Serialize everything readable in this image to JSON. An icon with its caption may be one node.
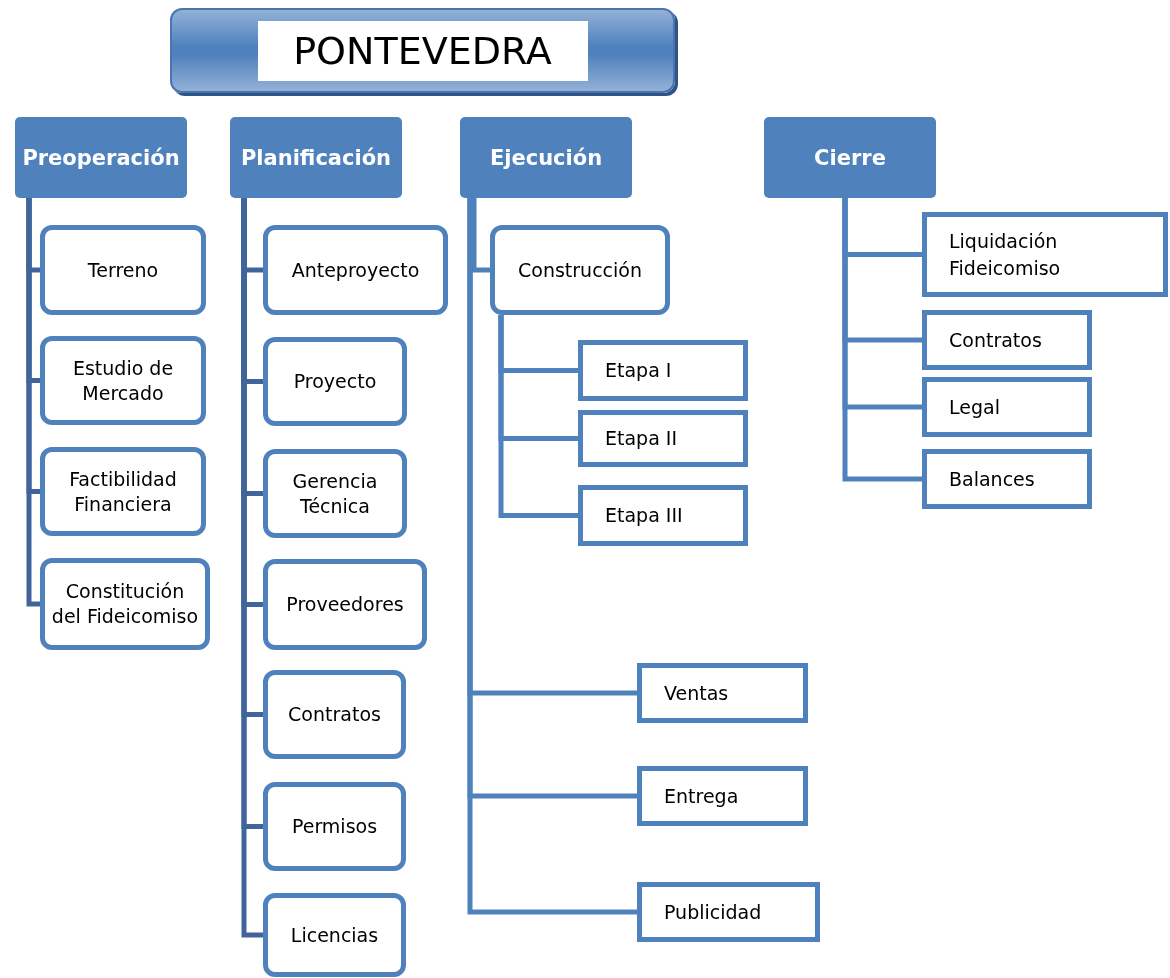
{
  "diagram": {
    "nodes": [
      {
        "text": [
          "PONTEVEDRA"
        ]
      },
      {
        "text": [
          "Preoperación"
        ]
      },
      {
        "text": [
          "Planificación"
        ]
      },
      {
        "text": [
          "Ejecución"
        ]
      },
      {
        "text": [
          "Cierre"
        ]
      },
      {
        "text": [
          "Terreno"
        ]
      },
      {
        "text": [
          "Estudio de Mercado"
        ]
      },
      {
        "text": [
          "Factibilidad Financiera"
        ]
      },
      {
        "text": [
          "Constitución del Fideicomiso"
        ]
      },
      {
        "text": [
          "Anteproyecto"
        ]
      },
      {
        "text": [
          "Proyecto"
        ]
      },
      {
        "text": [
          "Gerencia Técnica"
        ]
      },
      {
        "text": [
          "Proveedores"
        ]
      },
      {
        "text": [
          "Contratos"
        ]
      },
      {
        "text": [
          "Permisos"
        ]
      },
      {
        "text": [
          "Licencias"
        ]
      },
      {
        "text": [
          "Construcción"
        ]
      },
      {
        "text": [
          "Etapa I"
        ]
      },
      {
        "text": [
          "Etapa II"
        ]
      },
      {
        "text": [
          "Etapa III"
        ]
      },
      {
        "text": [
          "Ventas"
        ]
      },
      {
        "text": [
          "Entrega"
        ]
      },
      {
        "text": [
          "Publicidad"
        ]
      },
      {
        "text": [
          "Liquidación Fideicomiso"
        ]
      },
      {
        "text": [
          "Contratos"
        ]
      },
      {
        "text": [
          "Legal"
        ]
      },
      {
        "text": [
          "Balances"
        ]
      }
    ],
    "edges": [
      {
        "from": 1,
        "to": 5,
        "arrow": "none"
      },
      {
        "from": 1,
        "to": 6,
        "arrow": "none"
      },
      {
        "from": 1,
        "to": 7,
        "arrow": "none"
      },
      {
        "from": 1,
        "to": 8,
        "arrow": "none"
      },
      {
        "from": 2,
        "to": 9,
        "arrow": "none"
      },
      {
        "from": 2,
        "to": 10,
        "arrow": "none"
      },
      {
        "from": 2,
        "to": 11,
        "arrow": "none"
      },
      {
        "from": 2,
        "to": 12,
        "arrow": "none"
      },
      {
        "from": 2,
        "to": 13,
        "arrow": "none"
      },
      {
        "from": 2,
        "to": 14,
        "arrow": "none"
      },
      {
        "from": 2,
        "to": 15,
        "arrow": "none"
      },
      {
        "from": 3,
        "to": 16,
        "arrow": "none"
      },
      {
        "from": 16,
        "to": 17,
        "arrow": "none"
      },
      {
        "from": 16,
        "to": 18,
        "arrow": "none"
      },
      {
        "from": 16,
        "to": 19,
        "arrow": "none"
      },
      {
        "from": 3,
        "to": 20,
        "arrow": "none"
      },
      {
        "from": 3,
        "to": 21,
        "arrow": "none"
      },
      {
        "from": 3,
        "to": 22,
        "arrow": "none"
      },
      {
        "from": 4,
        "to": 23,
        "arrow": "none"
      },
      {
        "from": 4,
        "to": 24,
        "arrow": "none"
      },
      {
        "from": 4,
        "to": 25,
        "arrow": "none"
      },
      {
        "from": 4,
        "to": 26,
        "arrow": "none"
      }
    ]
  }
}
